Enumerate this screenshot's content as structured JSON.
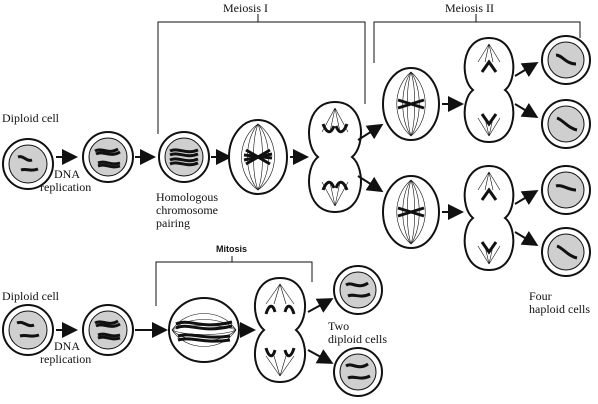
{
  "labels": {
    "meiosis_1": "Meiosis I",
    "meiosis_2": "Meiosis II",
    "mitosis": "Mitosis",
    "diploid_cell_top": "Diploid cell",
    "diploid_cell_bottom": "Diploid cell",
    "dna_replication_top_1": "DNA",
    "dna_replication_top_2": "replication",
    "dna_replication_bottom_1": "DNA",
    "dna_replication_bottom_2": "replication",
    "homologous_1": "Homologous",
    "homologous_2": "chromosome",
    "homologous_3": "pairing",
    "four_haploid_1": "Four",
    "four_haploid_2": "haploid cells",
    "two_diploid_1": "Two",
    "two_diploid_2": "diploid cells"
  },
  "colors": {
    "ink": "#111111",
    "nucleus": "#cfcfcf",
    "cell_fill": "#ffffff"
  }
}
